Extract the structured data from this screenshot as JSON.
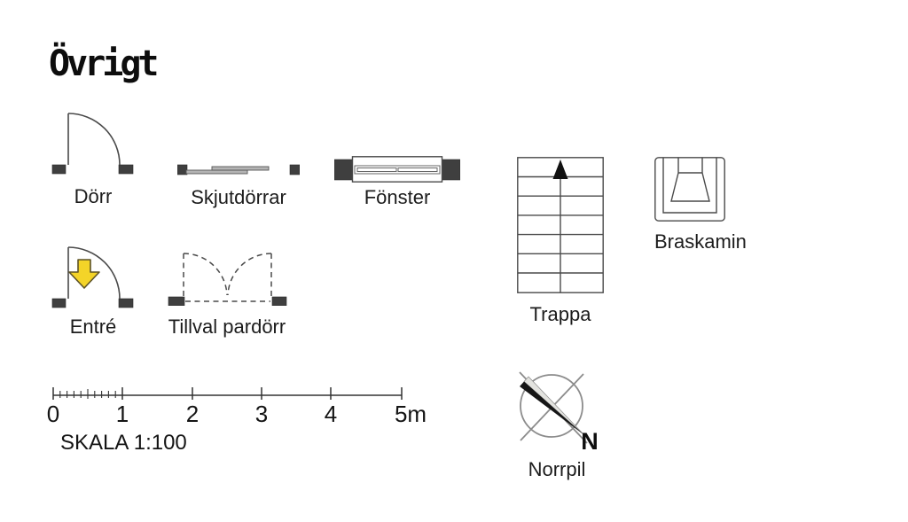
{
  "page": {
    "title": "Övrigt"
  },
  "legend": {
    "items": [
      {
        "id": "dorr",
        "label": "Dörr"
      },
      {
        "id": "skjutdorrar",
        "label": "Skjutdörrar"
      },
      {
        "id": "fonster",
        "label": "Fönster"
      },
      {
        "id": "entre",
        "label": "Entré"
      },
      {
        "id": "tillval-pardorr",
        "label": "Tillval pardörr"
      },
      {
        "id": "trappa",
        "label": "Trappa"
      },
      {
        "id": "braskamin",
        "label": "Braskamin"
      },
      {
        "id": "norrpil",
        "label": "Norrpil"
      }
    ],
    "compass_letter": "N"
  },
  "scale_bar": {
    "tick_labels": [
      "0",
      "1",
      "2",
      "3",
      "4",
      "5m"
    ],
    "caption": "SKALA 1:100",
    "minor_divisions_first_interval": 10
  },
  "colors": {
    "background": "#ffffff",
    "wall_block": "#3f3f3f",
    "symbol_line": "#4a4a4a",
    "entry_arrow_yellow": "#f4d428",
    "compass_needle_black": "#161616",
    "compass_needle_light": "#e3e3df",
    "text": "#1c1c1c"
  }
}
